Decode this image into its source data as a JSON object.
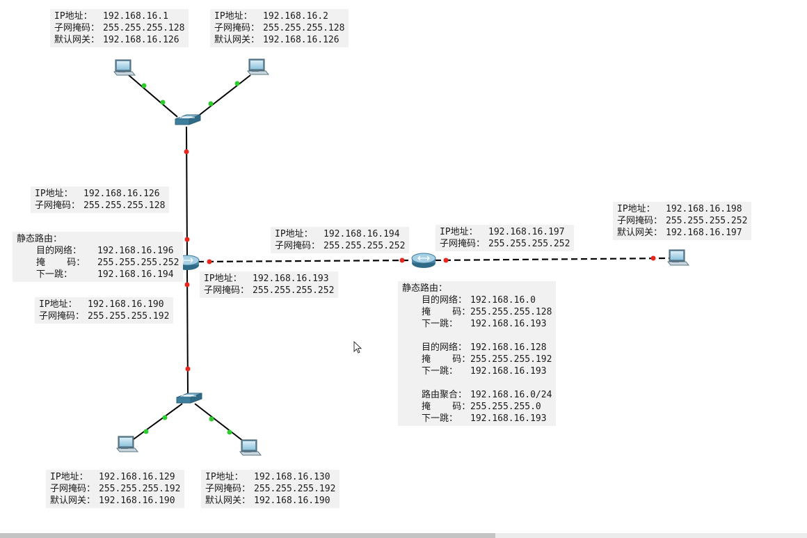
{
  "notes": {
    "pc1": {
      "rows": [
        [
          "IP地址：",
          "192.168.16.1"
        ],
        [
          "子网掩码：",
          "255.255.255.128"
        ],
        [
          "默认网关：",
          "192.168.16.126"
        ]
      ]
    },
    "pc2": {
      "rows": [
        [
          "IP地址：",
          "192.168.16.2"
        ],
        [
          "子网掩码：",
          "255.255.255.128"
        ],
        [
          "默认网关：",
          "192.168.16.126"
        ]
      ]
    },
    "r1_top": {
      "rows": [
        [
          "IP地址：",
          "192.168.16.126"
        ],
        [
          "子网掩码：",
          "255.255.255.128"
        ]
      ]
    },
    "r1_static": {
      "title": "静态路由：",
      "rows": [
        [
          "目的网络：",
          "192.168.16.196"
        ],
        [
          "掩    码：",
          "255.255.255.252"
        ],
        [
          "下一跳：",
          "192.168.16.194"
        ]
      ]
    },
    "r1_right": {
      "rows": [
        [
          "IP地址：",
          "192.168.16.193"
        ],
        [
          "子网掩码：",
          "255.255.255.252"
        ]
      ]
    },
    "r1_bottom": {
      "rows": [
        [
          "IP地址：",
          "192.168.16.190"
        ],
        [
          "子网掩码：",
          "255.255.255.192"
        ]
      ]
    },
    "r2_left": {
      "rows": [
        [
          "IP地址：",
          "192.168.16.194"
        ],
        [
          "子网掩码：",
          "255.255.255.252"
        ]
      ]
    },
    "r2_right": {
      "rows": [
        [
          "IP地址：",
          "192.168.16.197"
        ],
        [
          "子网掩码：",
          "255.255.255.252"
        ]
      ]
    },
    "pc5": {
      "rows": [
        [
          "IP地址：",
          "192.168.16.198"
        ],
        [
          "子网掩码：",
          "255.255.255.252"
        ],
        [
          "默认网关：",
          "192.168.16.197"
        ]
      ]
    },
    "r2_static": {
      "title": "静态路由：",
      "groups": [
        [
          [
            "目的网络：",
            "192.168.16.0"
          ],
          [
            "掩    码：",
            "255.255.255.128"
          ],
          [
            "下一跳：",
            "192.168.16.193"
          ]
        ],
        [
          [
            "目的网络：",
            "192.168.16.128"
          ],
          [
            "掩    码：",
            "255.255.255.192"
          ],
          [
            "下一跳：",
            "192.168.16.193"
          ]
        ],
        [
          [
            "路由聚合：",
            "192.168.16.0/24"
          ],
          [
            "掩    码：",
            "255.255.255.0"
          ],
          [
            "下一跳：",
            "192.168.16.193"
          ]
        ]
      ]
    },
    "pc3": {
      "rows": [
        [
          "IP地址：",
          "192.168.16.129"
        ],
        [
          "子网掩码：",
          "255.255.255.192"
        ],
        [
          "默认网关：",
          "192.168.16.190"
        ]
      ]
    },
    "pc4": {
      "rows": [
        [
          "IP地址：",
          "192.168.16.130"
        ],
        [
          "子网掩码：",
          "255.255.255.192"
        ],
        [
          "默认网关：",
          "192.168.16.190"
        ]
      ]
    }
  },
  "colors": {
    "link": "#000000",
    "port_up": "#2ecc2e",
    "port_down": "#e8261c",
    "device": "#4f8fab",
    "note_bg": "#f1f1f1"
  },
  "icons": [
    "pc-icon",
    "switch-icon",
    "router-icon",
    "mouse-cursor-icon"
  ]
}
